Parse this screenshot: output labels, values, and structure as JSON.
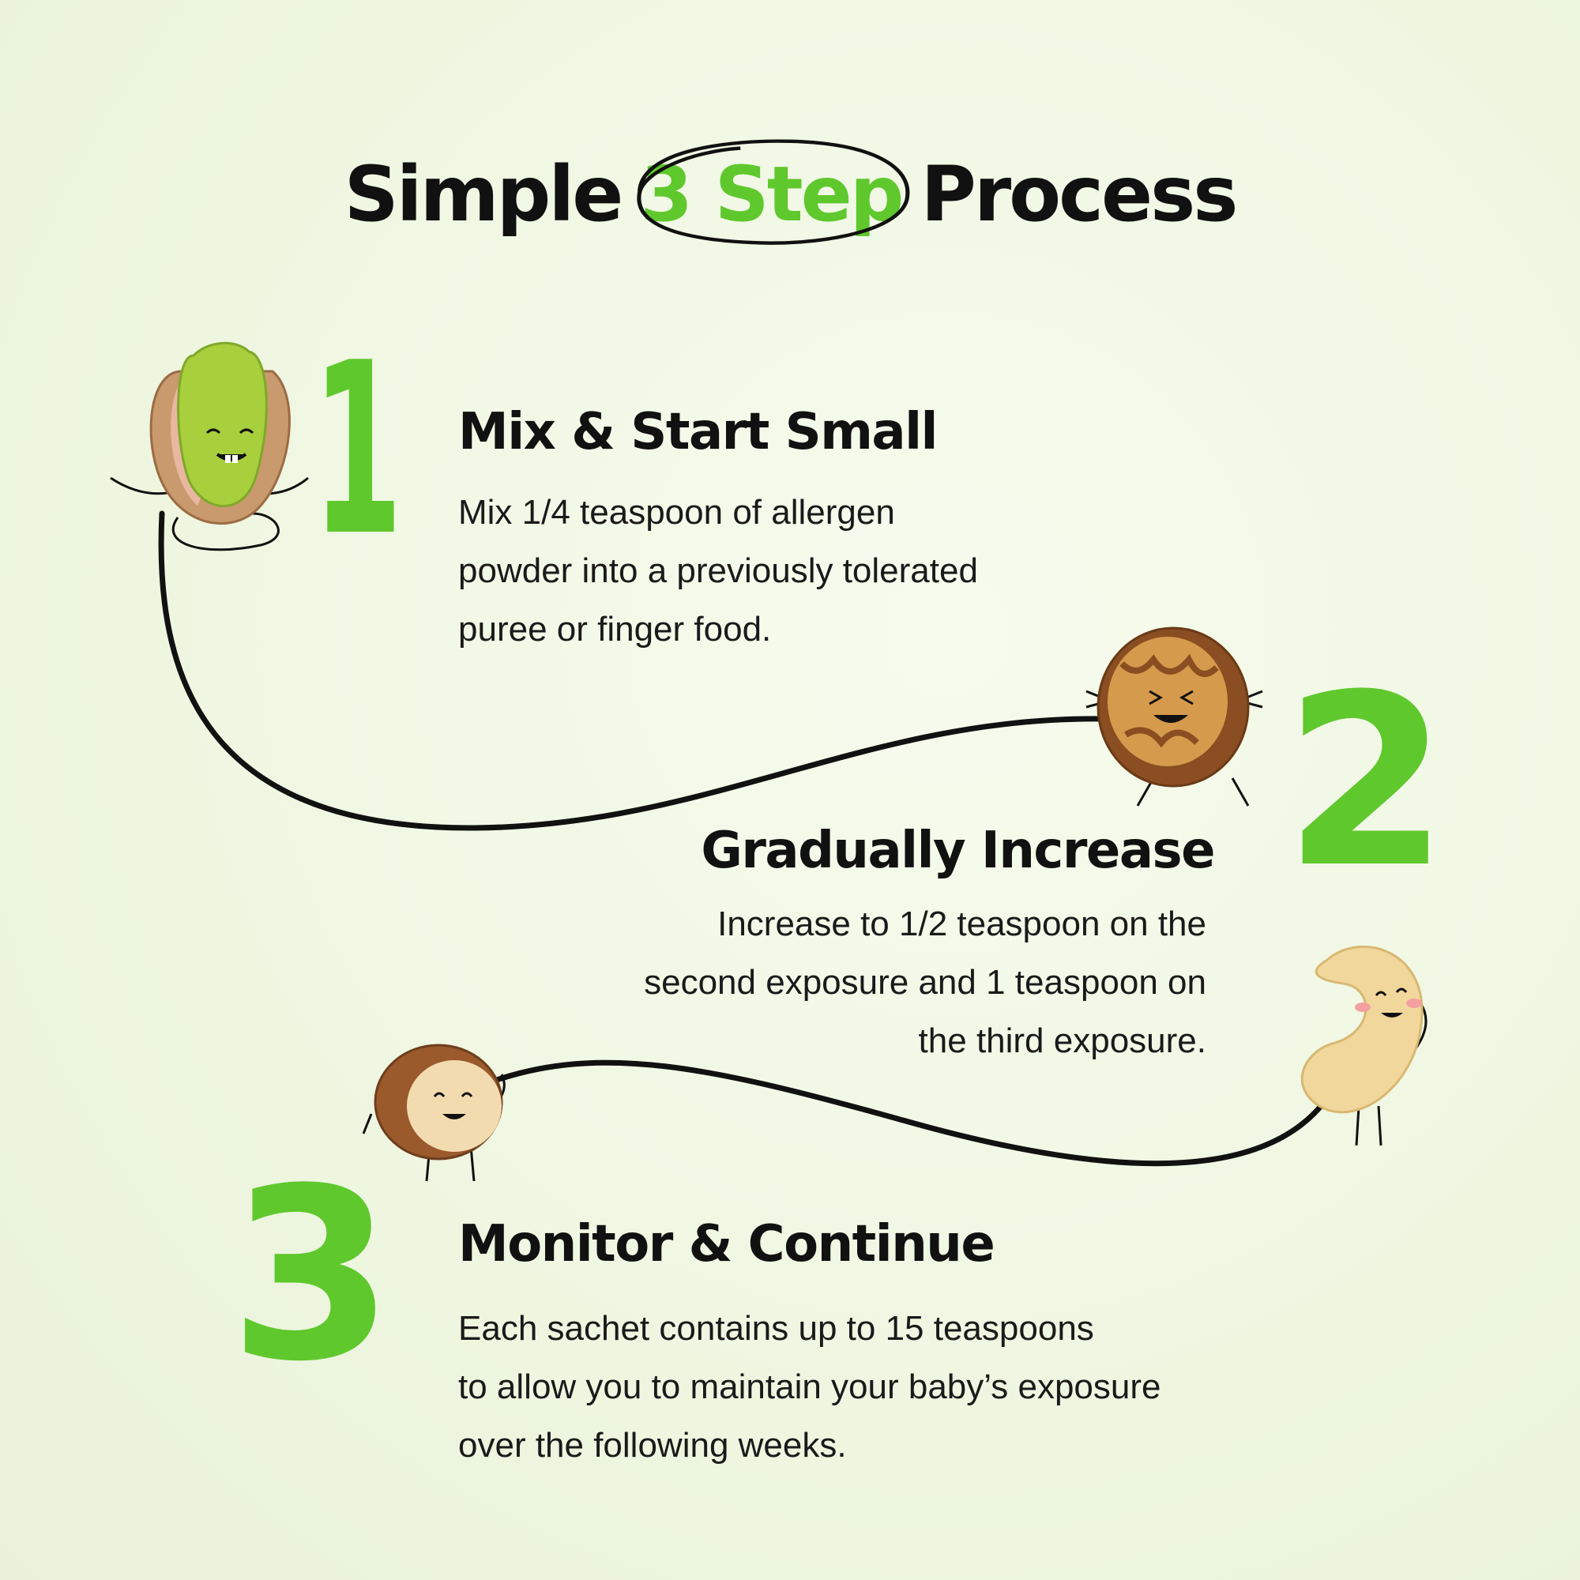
{
  "title": {
    "before": "Simple",
    "highlight": "3 Step",
    "after": "Process"
  },
  "colors": {
    "accent": "#5fc82d",
    "text": "#111111",
    "background": "#eef6e0"
  },
  "steps": [
    {
      "number": "1",
      "heading": "Mix & Start Small",
      "lines": [
        "Mix 1/4 teaspoon of allergen",
        "powder into a previously tolerated",
        "puree or finger food."
      ],
      "mascot": "pistachio-icon"
    },
    {
      "number": "2",
      "heading": "Gradually Increase",
      "lines": [
        "Increase to 1/2 teaspoon on the",
        "second exposure and 1 teaspoon on",
        "the third exposure."
      ],
      "mascot": "walnut-icon"
    },
    {
      "number": "3",
      "heading": "Monitor & Continue",
      "lines": [
        "Each sachet contains up to 15 teaspoons",
        "to allow you to maintain your baby’s exposure",
        "over the following weeks."
      ],
      "mascot": "hazelnut-icon"
    }
  ],
  "extra_mascot": "cashew-icon"
}
